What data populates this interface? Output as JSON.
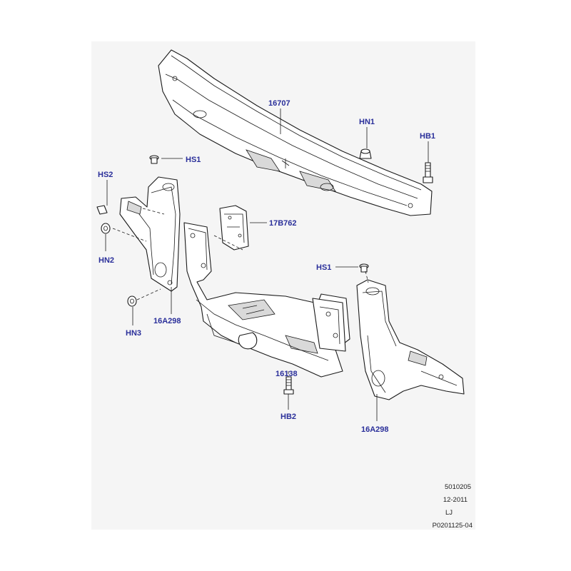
{
  "callouts": {
    "c16707": "16707",
    "hn1": "HN1",
    "hb1": "HB1",
    "hs1_left": "HS1",
    "hs2": "HS2",
    "hn2": "HN2",
    "b17b762": "17B762",
    "hs1_right": "HS1",
    "hn3": "HN3",
    "a298_left": "16A298",
    "c16138": "16138",
    "hb2": "HB2",
    "a298_right": "16A298"
  },
  "info_block": {
    "code": "5010205",
    "date": "12-2011",
    "initials": "LJ",
    "ref": "P0201125-04"
  }
}
